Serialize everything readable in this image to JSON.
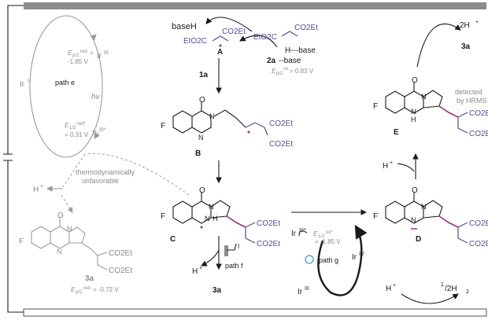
{
  "labels": {
    "baseH": "baseH",
    "A": "A",
    "two_a": "2a",
    "dash_base": "--base",
    "h_dash_base": "H---base",
    "e_ox_2a": "= 0.83 V",
    "one_a": "1a",
    "B": "B",
    "C": "C",
    "D": "D",
    "E": "E",
    "three_a_left": "3a",
    "three_a_mid": "3a",
    "three_a_right": "3a",
    "two_h_plus": "2H",
    "h_plus_left": "H",
    "h_plus_mid": "H",
    "h_plus_D": "H",
    "h_plus_bottom": "H",
    "half_h2": "/2H",
    "detected": "detected",
    "by_hrms": "by HRMS",
    "path_e": "path e",
    "path_f": "path f",
    "path_g": "path g",
    "hv": "hv",
    "ir_ii": "Ir",
    "ir_iii_top": "Ir",
    "ir_iii_star": "Ir",
    "ir_iii_star_g": "Ir",
    "ir_iv": "Ir",
    "ir_iii_g": "Ir",
    "e_red_1": "-1.85 V",
    "e_red_2": "= 0.31 V",
    "e_ox_star": "= -1.85 V",
    "e_red_3a": "= -0.72 V",
    "thermo1": "thermodynamically",
    "thermo2": "unfavorable",
    "co2et": "CO2Et",
    "eto2c": "EtO2C",
    "f": "F",
    "n": "N",
    "o": "O",
    "h": "H"
  },
  "colors": {
    "black": "#1a1a1a",
    "gray": "#8a8a8a",
    "purple": "#5a4a9a",
    "magenta": "#a0307a",
    "bar": "#8c8c8c"
  }
}
